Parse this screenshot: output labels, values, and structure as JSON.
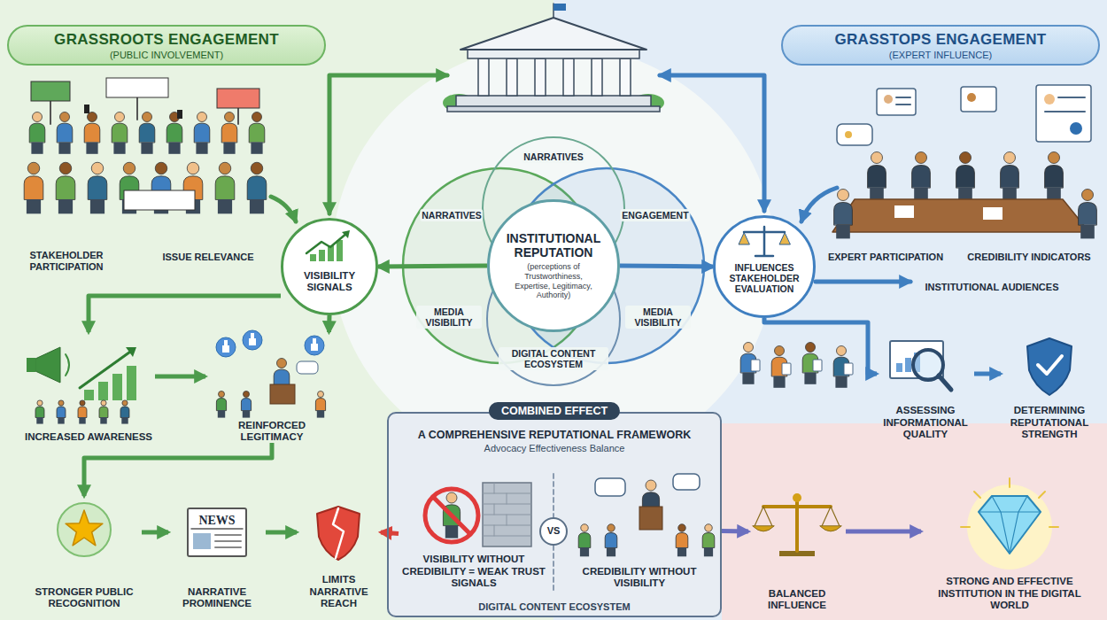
{
  "diagram": {
    "nodes": [
      {
        "text": [
          "GRASSROOTS ENGAGEMENT",
          "(PUBLIC INVOLVEMENT)"
        ]
      },
      {
        "text": [
          "GRASSTOPS ENGAGEMENT",
          "(EXPERT INFLUENCE)"
        ]
      },
      {
        "text": [
          "VISIBILITY SIGNALS"
        ]
      },
      {
        "text": [
          "INSTITUTIONAL REPUTATION",
          "(perceptions of Trustworthiness, Expertise, Legitimacy, Authority)"
        ]
      },
      {
        "text": [
          "INFLUENCES STAKEHOLDER EVALUATION"
        ]
      },
      {
        "text": [
          "INCREASED AWARENESS"
        ]
      },
      {
        "text": [
          "REINFORCED LEGITIMACY"
        ]
      },
      {
        "text": [
          "ASSESSING INFORMATIONAL QUALITY"
        ]
      },
      {
        "text": [
          "DETERMINING REPUTATIONAL STRENGTH"
        ]
      },
      {
        "text": [
          "STRONGER PUBLIC RECOGNITION"
        ]
      },
      {
        "text": [
          "NARRATIVE PROMINENCE"
        ]
      },
      {
        "text": [
          "LIMITS NARRATIVE REACH"
        ]
      },
      {
        "text": [
          "COMBINED EFFECT",
          "A COMPREHENSIVE REPUTATIONAL FRAMEWORK",
          "Advocacy Effectiveness Balance",
          "DIGITAL CONTENT ECOSYSTEM"
        ]
      },
      {
        "text": [
          "VISIBILITY WITHOUT CREDIBILITY = WEAK TRUST SIGNALS"
        ],
        "in": 12
      },
      {
        "text": [
          "CREDIBILITY WITHOUT VISIBILITY"
        ],
        "in": 12
      },
      {
        "text": [
          "BALANCED INFLUENCE"
        ]
      },
      {
        "text": [
          "STRONG AND EFFECTIVE INSTITUTION IN THE DIGITAL WORLD"
        ]
      }
    ],
    "edges": [
      {
        "from": 3,
        "to": 2,
        "arrow": "to"
      },
      {
        "from": 3,
        "to": 4,
        "arrow": "to"
      },
      {
        "from": 2,
        "to": 5,
        "arrow": "to"
      },
      {
        "from": 2,
        "to": 6,
        "arrow": "to"
      },
      {
        "from": 5,
        "to": 6,
        "arrow": "to"
      },
      {
        "from": 6,
        "to": 9,
        "arrow": "to"
      },
      {
        "from": 9,
        "to": 10,
        "arrow": "to"
      },
      {
        "from": 10,
        "to": 11,
        "arrow": "to"
      },
      {
        "from": 13,
        "to": 11,
        "arrow": "to"
      },
      {
        "from": 4,
        "to": 7,
        "arrow": "to"
      },
      {
        "from": 7,
        "to": 8,
        "arrow": "to"
      },
      {
        "from": 12,
        "to": 15,
        "arrow": "to"
      },
      {
        "from": 15,
        "to": 16,
        "arrow": "to"
      }
    ],
    "labels": [
      "STAKEHOLDER PARTICIPATION",
      "ISSUE RELEVANCE",
      "NARRATIVES",
      "NARRATIVES",
      "ENGAGEMENT",
      "MEDIA VISIBILITY",
      "MEDIA VISIBILITY",
      "DIGITAL CONTENT ECOSYSTEM",
      "EXPERT PARTICIPATION",
      "CREDIBILITY INDICATORS",
      "INSTITUTIONAL AUDIENCES",
      "NEWS",
      "VS"
    ]
  }
}
